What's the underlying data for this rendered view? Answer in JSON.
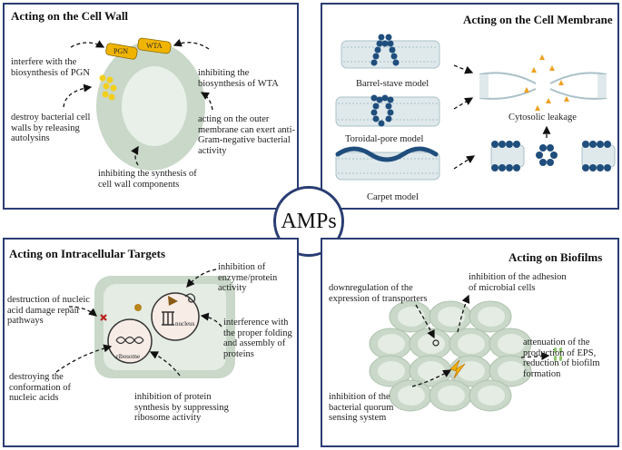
{
  "center": {
    "label": "AMPs"
  },
  "cell_wall": {
    "title": "Acting on the Cell Wall",
    "badge_pgn": "PGN",
    "badge_wta": "WTA",
    "labels": {
      "pgn": "interfere with the biosynthesis of PGN",
      "wta": "inhibiting the biosynthesis of WTA",
      "destroy": "destroy bacterial cell walls by releasing autolysins",
      "outer": "acting on the outer membrane can exert anti-Gram-negative bacterial activity",
      "synthesis": "inhibiting the synthesis of cell wall components"
    }
  },
  "cell_membrane": {
    "title": "Acting on the Cell Membrane",
    "labels": {
      "barrel": "Barrel-stave model",
      "toroidal": "Toroidal-pore model",
      "carpet": "Carpet model",
      "leakage": "Cytosolic leakage"
    }
  },
  "intracellular": {
    "title": "Acting on Intracellular Targets",
    "nucleus": "nucleus",
    "ribosome": "ribosome",
    "labels": {
      "enzyme": "inhibition of enzyme/protein activity",
      "repair": "destruction of nucleic acid damage repair pathways",
      "folding": "interference with the proper folding and assembly of proteins",
      "conformation": "destroying the conformation of nucleic acids",
      "protein": "inhibition of protein synthesis by suppressing ribosome activity"
    }
  },
  "biofilms": {
    "title": "Acting on Biofilms",
    "labels": {
      "transporters": "downregulation of the expression of transporters",
      "adhesion": "inhibition of the adhesion of microbial cells",
      "eps": "attenuation of the production of EPS, reduction of biofilm formation",
      "quorum": "inhibition of the bacterial quorum sensing system"
    }
  },
  "colors": {
    "border": "#2a3d73",
    "cell": "#c9d8c9",
    "cell_inner": "#e4ece4",
    "peptide": "#1f4e7d",
    "badge": "#f0b400",
    "membrane": "#a9c0c7"
  }
}
